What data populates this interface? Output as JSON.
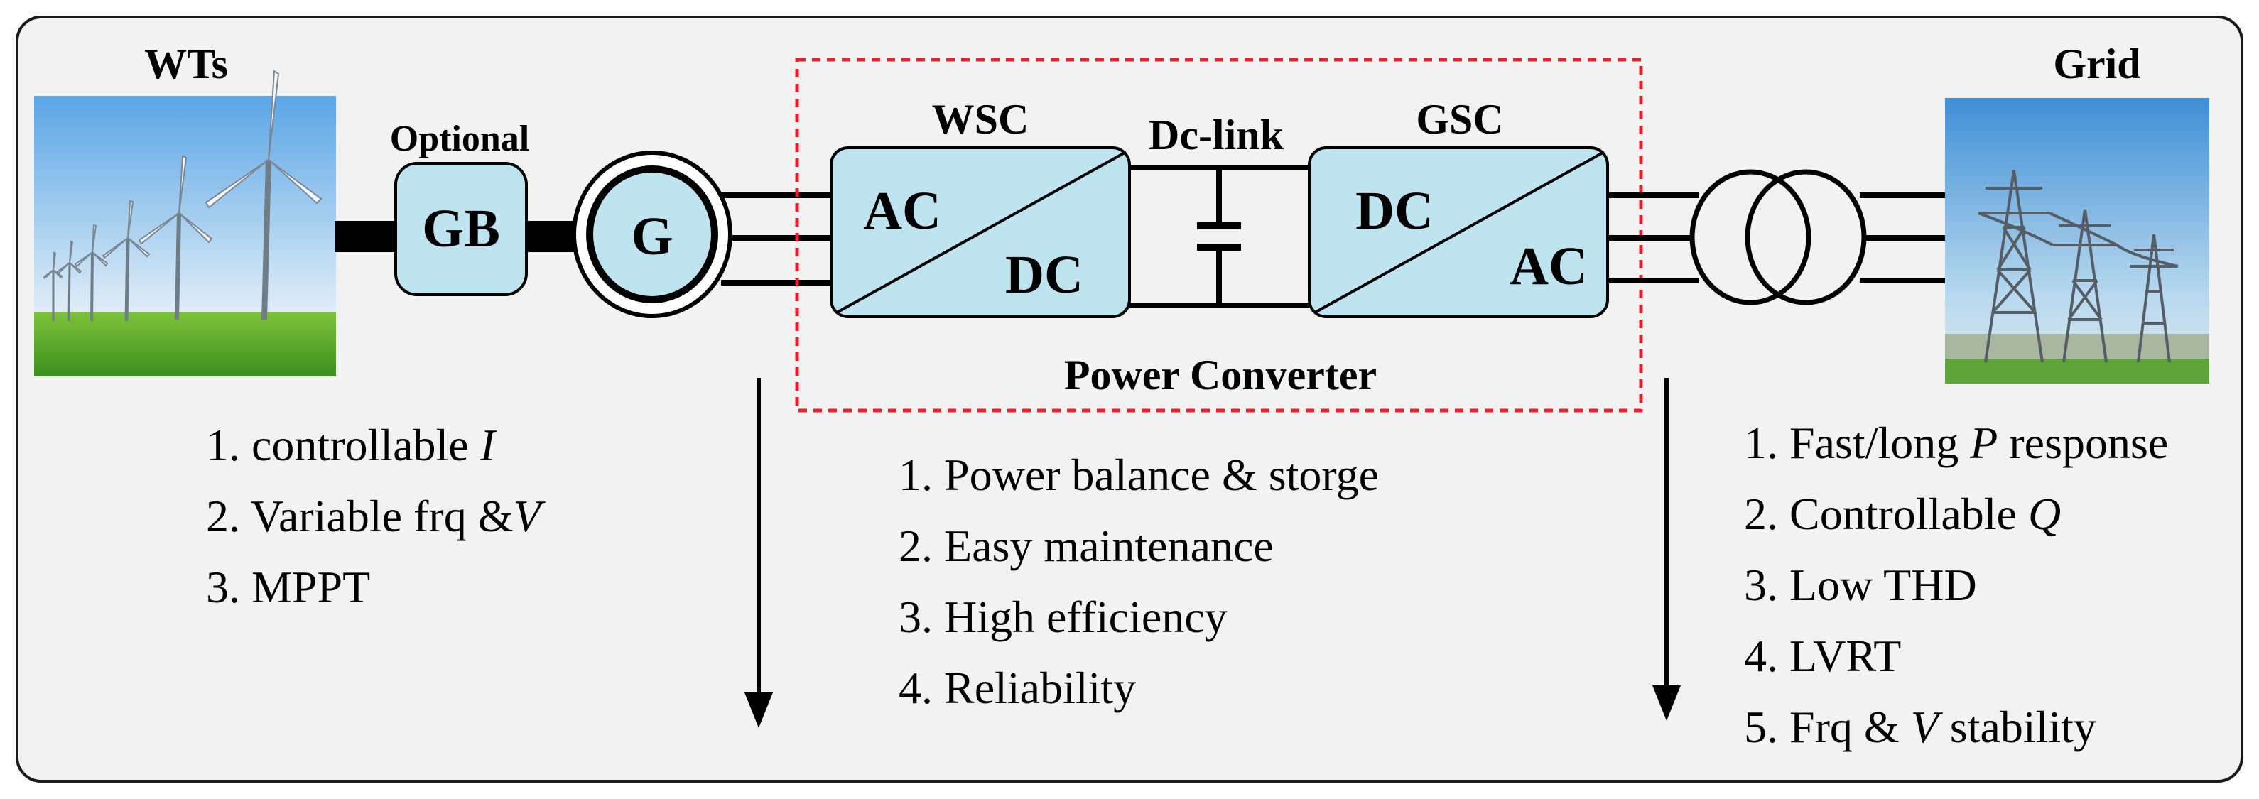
{
  "wts_label": "WTs",
  "grid_label": "Grid",
  "optional_label": "Optional",
  "gb_label": "GB",
  "generator_label": "G",
  "wsc": {
    "label": "WSC",
    "top": "AC",
    "bottom": "DC"
  },
  "dc_link_label": "Dc-link",
  "gsc": {
    "label": "GSC",
    "top": "DC",
    "bottom": "AC"
  },
  "power_converter_label": "Power Converter",
  "wt_features": [
    {
      "prefix": "1. controllable ",
      "italic": "I",
      "suffix": ""
    },
    {
      "prefix": "2. Variable frq &",
      "italic": "V",
      "suffix": ""
    },
    {
      "prefix": "3. MPPT",
      "italic": "",
      "suffix": ""
    }
  ],
  "converter_features": [
    "1. Power balance & storge",
    "2. Easy maintenance",
    "3. High efficiency",
    "4. Reliability"
  ],
  "grid_features": [
    {
      "prefix": "1. Fast/long ",
      "italic": "P",
      "suffix": " response"
    },
    {
      "prefix": "2. Controllable ",
      "italic": "Q",
      "suffix": ""
    },
    {
      "prefix": "3. Low THD",
      "italic": "",
      "suffix": ""
    },
    {
      "prefix": "4. LVRT",
      "italic": "",
      "suffix": ""
    },
    {
      "prefix": "5. Frq & ",
      "italic": "V",
      "suffix": " stability"
    }
  ],
  "colors": {
    "block_fill": "#bfe3ef",
    "dashed_box": "#e8202a",
    "sky_top": "#5aa6e6",
    "grass": "#4ea82a"
  }
}
